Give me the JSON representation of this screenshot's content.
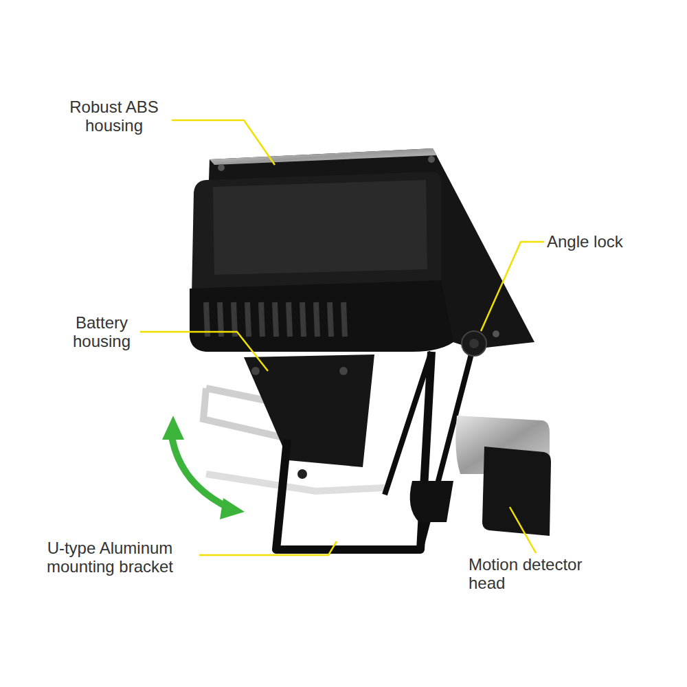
{
  "diagram": {
    "labels": [
      "Robust ABS housing",
      "Angle lock",
      "Battery housing",
      "U-type Aluminum mounting bracket",
      "Motion detector head"
    ]
  }
}
